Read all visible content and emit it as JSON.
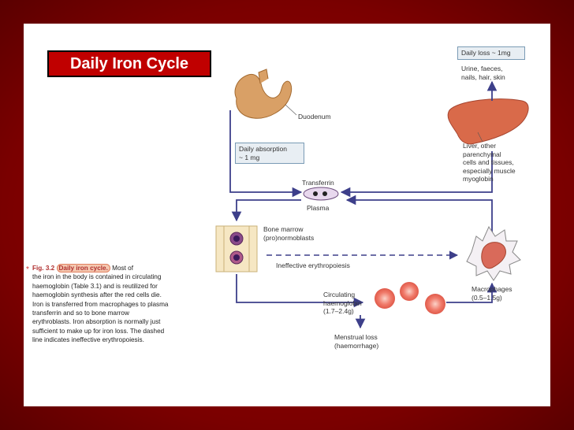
{
  "title": "Daily Iron Cycle",
  "labels": {
    "duodenum": "Duodenum",
    "daily_absorption": [
      "Daily absorption",
      "~ 1 mg"
    ],
    "daily_loss": "Daily loss ~ 1mg",
    "urine": [
      "Urine, faeces,",
      "nails, hair, skin"
    ],
    "liver": [
      "Liver, other",
      "parenchymal",
      "cells and tissues,",
      "especially muscle",
      "myoglobin"
    ],
    "transferrin": "Transferrin",
    "plasma": "Plasma",
    "bone_marrow": [
      "Bone marrow",
      "(pro)normoblasts"
    ],
    "ineffective": "Ineffective erythropoiesis",
    "macrophages": [
      "Macrophages",
      "(0.5–1.5g)"
    ],
    "circulating": [
      "Circulating",
      "haemoglobin",
      "(1.7–2.4g)"
    ],
    "menstrual": [
      "Menstrual loss",
      "(haemorrhage)"
    ]
  },
  "caption": {
    "fig_no": "Fig. 3.2",
    "highlight": "Daily iron cycle.",
    "lines": [
      "Most of",
      "the iron in the body is contained in circulating",
      "haemoglobin (Table 3.1) and is reutilized for",
      "haemoglobin synthesis after the red cells die.",
      "Iron is transferred from macrophages to plasma",
      "transferrin and so to bone marrow",
      "erythroblasts. Iron absorption is normally just",
      "sufficient to make up for iron loss. The dashed",
      "line indicates ineffective erythropoiesis."
    ]
  },
  "colors": {
    "arrow": "#3d3f8a",
    "box_fill": "#e8eef3",
    "liver": "#d96a4a",
    "stomach": "#d9a066",
    "rbc": "#f07a6a",
    "title_bg": "#c00000"
  }
}
